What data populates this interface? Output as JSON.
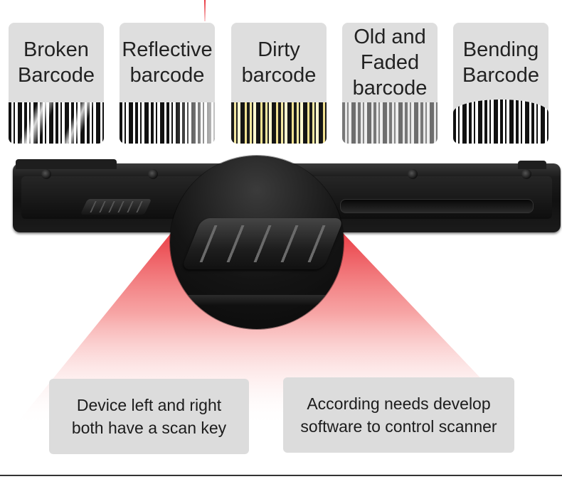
{
  "cards": [
    {
      "label": "Broken\nBarcode",
      "bar_style": "broken"
    },
    {
      "label": "Reflective\nbarcode",
      "bar_style": "reflective"
    },
    {
      "label": "Dirty\nbarcode",
      "bar_style": "dirty"
    },
    {
      "label": "Old and\nFaded\nbarcode",
      "bar_style": "faded"
    },
    {
      "label": "Bending\nBarcode",
      "bar_style": "bending"
    }
  ],
  "info_left": "Device left and right\nboth have a scan key",
  "info_right": "According needs develop\nsoftware to control scanner",
  "colors": {
    "laser": "#e6202a",
    "card_bg": "#dedede",
    "device": "#141414"
  }
}
